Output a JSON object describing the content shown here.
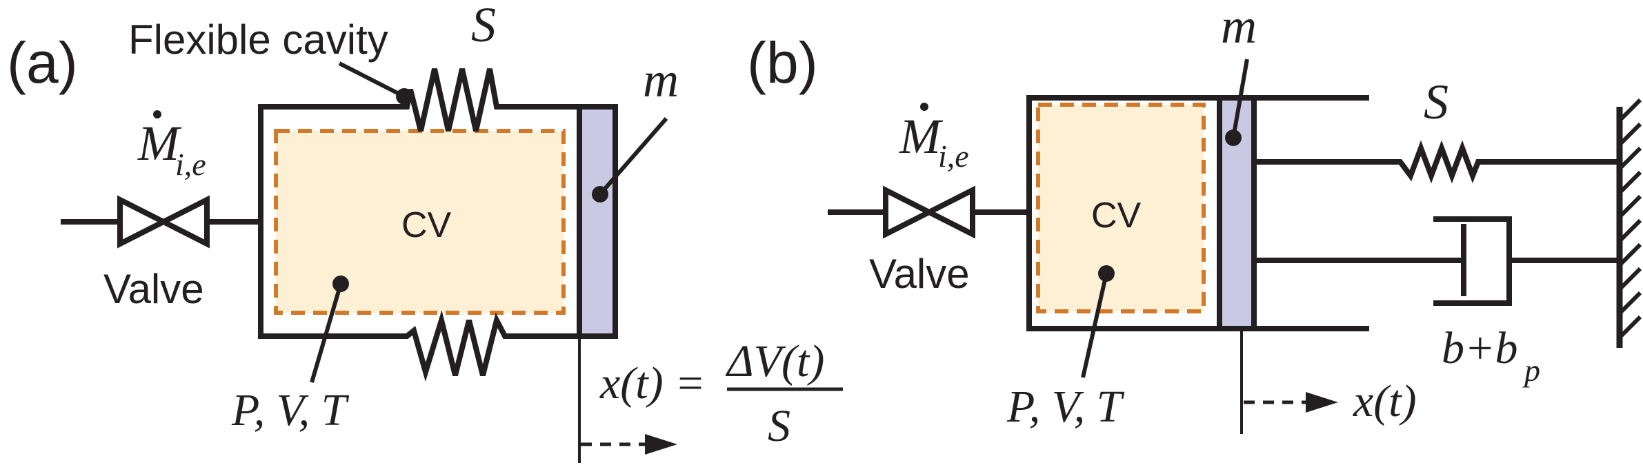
{
  "panel_a": {
    "label": "(a)",
    "flexible_cavity_label": "Flexible cavity",
    "spring_label": "S",
    "mass_label": "m",
    "cv_label": "CV",
    "valve_label": "Valve",
    "flow_symbol": "M",
    "flow_subscript": "i,e",
    "state_label": "P, V, T",
    "displacement_lhs": "x(t) =",
    "displacement_numerator": "ΔV(t)",
    "displacement_denominator": "S"
  },
  "panel_b": {
    "label": "(b)",
    "mass_label": "m",
    "spring_label": "S",
    "cv_label": "CV",
    "valve_label": "Valve",
    "flow_symbol": "M",
    "flow_subscript": "i,e",
    "state_label": "P, V, T",
    "damper_main": "b+b",
    "damper_subscript": "p",
    "displacement_label": "x(t)"
  },
  "colors": {
    "line": "#231f20",
    "cv_fill": "#fdf0d5",
    "cv_border": "#d27a2c",
    "mass_fill": "#c9c9e3"
  }
}
